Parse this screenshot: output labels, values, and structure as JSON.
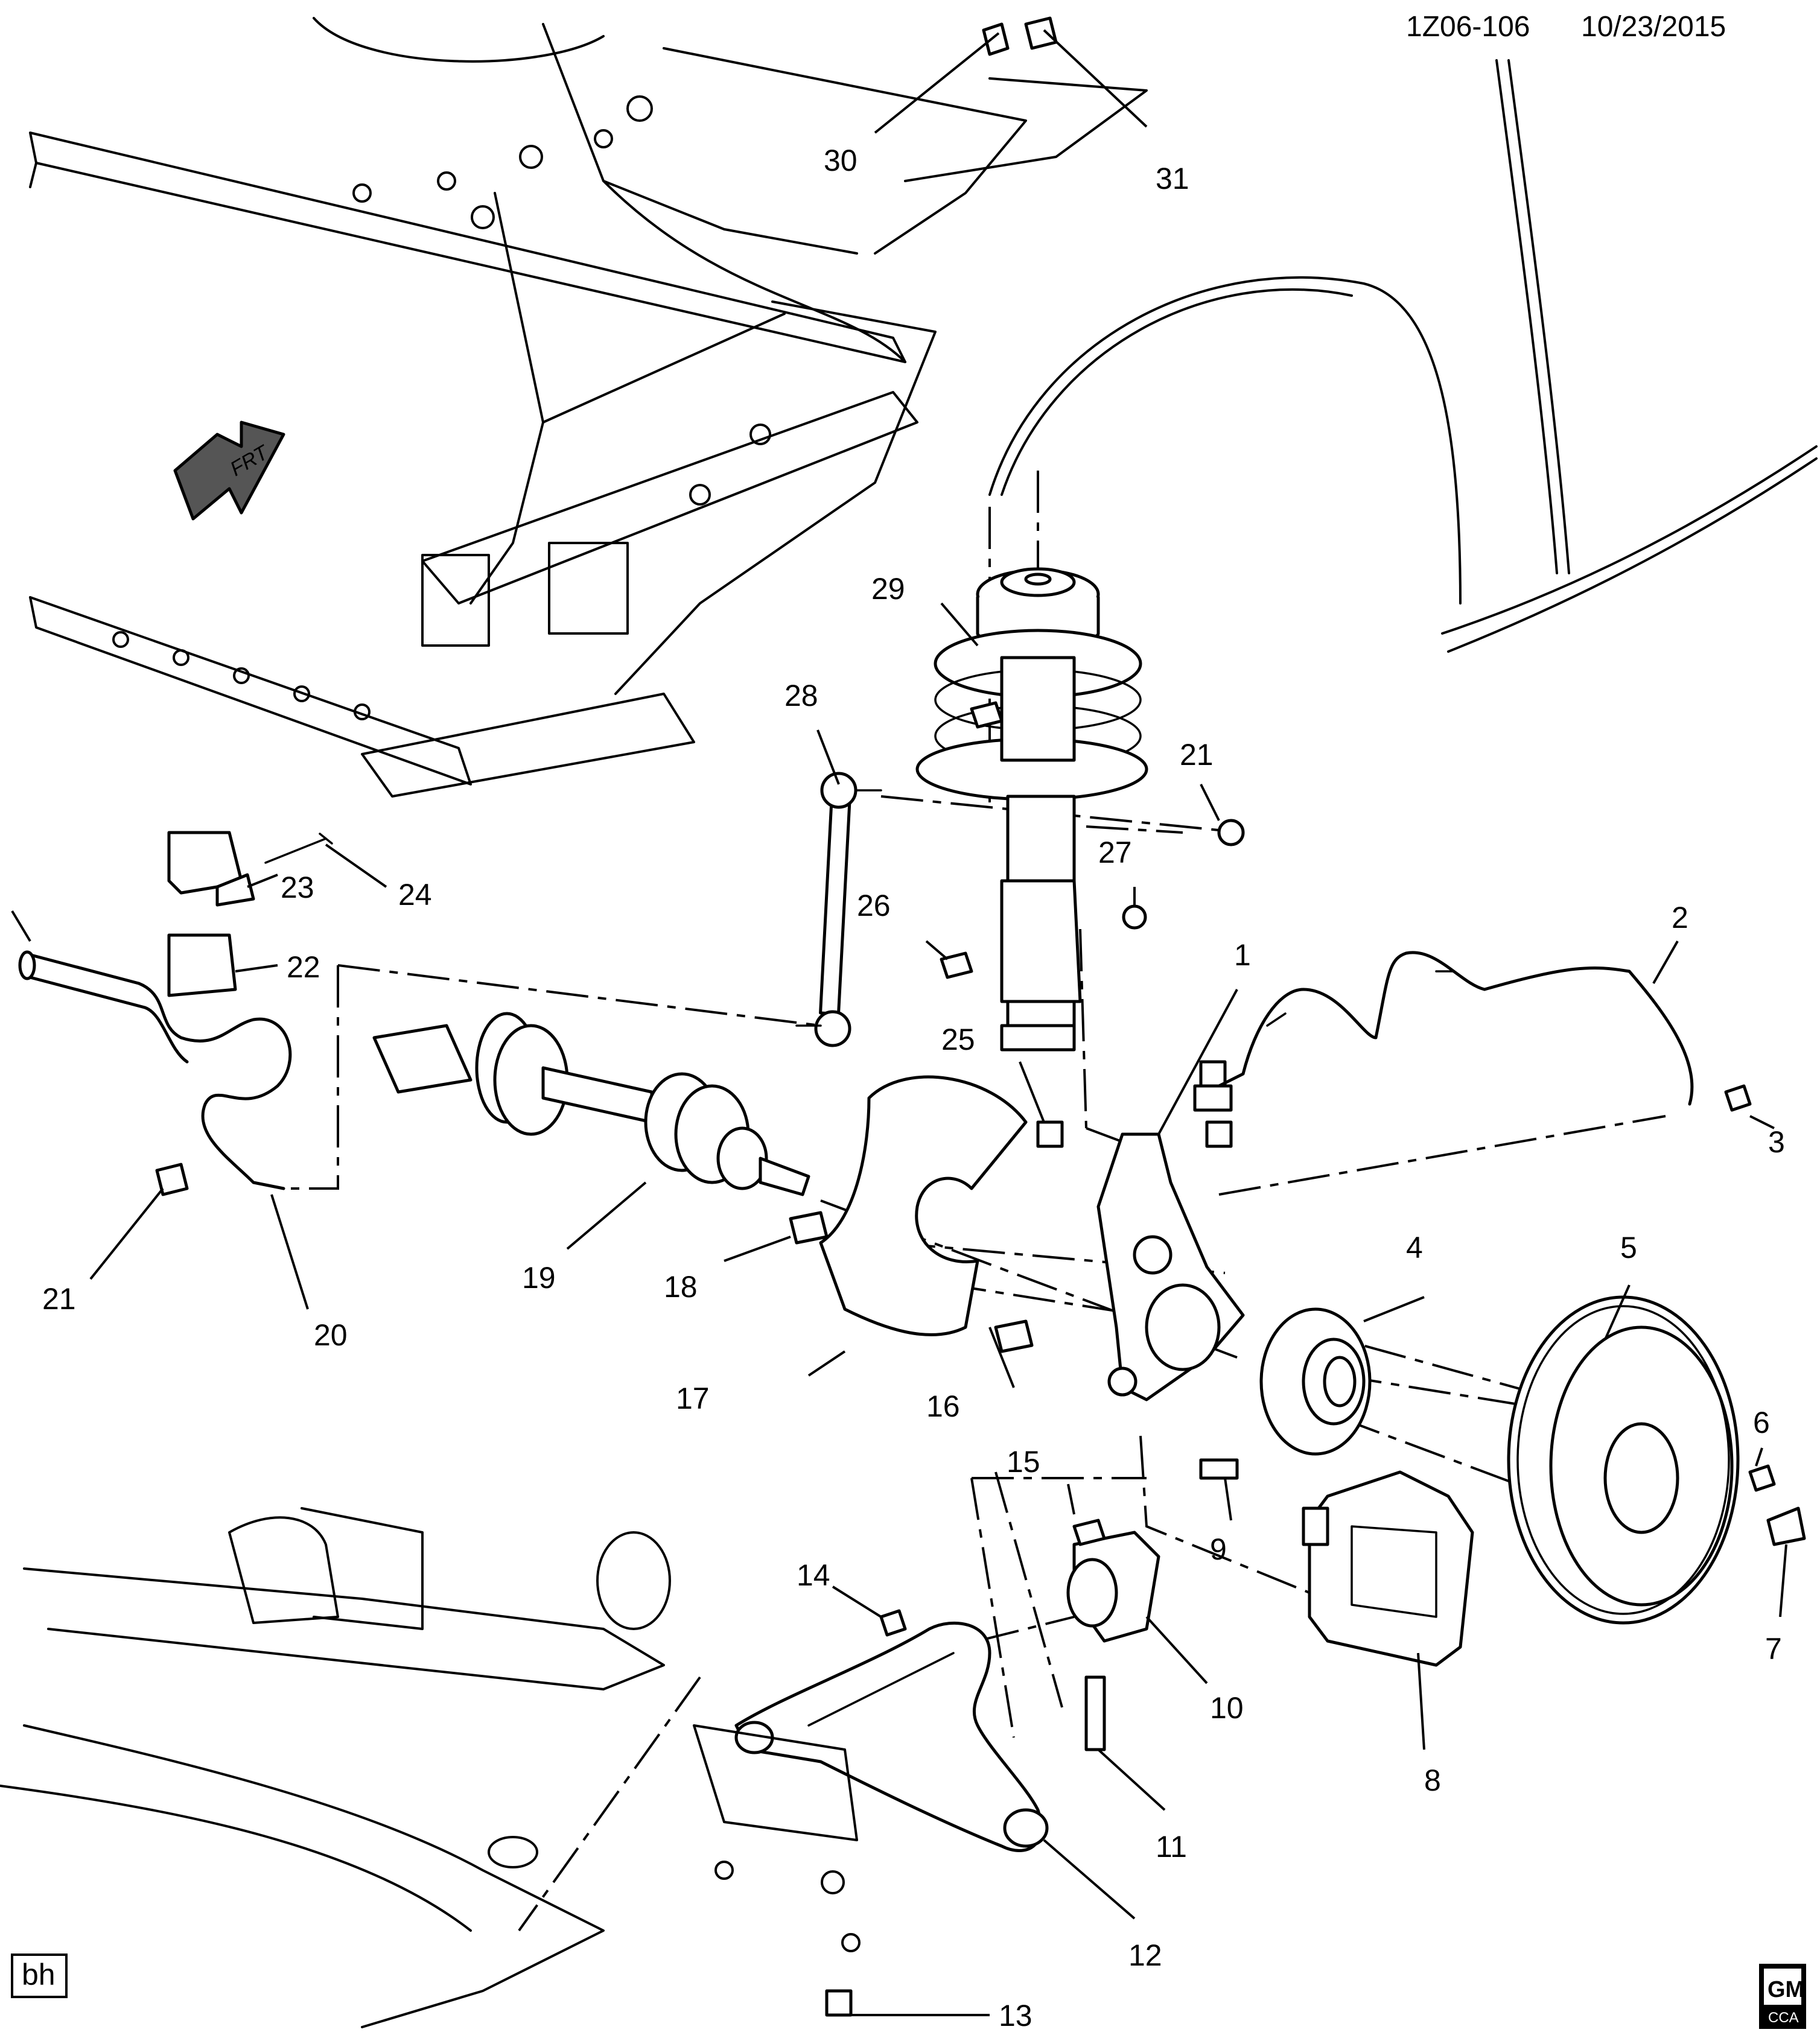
{
  "header": {
    "drawing_id": "1Z06-106",
    "date": "10/23/2015"
  },
  "orientation_label": "FRT",
  "artist_initials": "bh",
  "logo": {
    "brand": "GM",
    "sub": "CCA"
  },
  "callouts": {
    "c1": "1",
    "c2": "2",
    "c3": "3",
    "c4": "4",
    "c5": "5",
    "c6": "6",
    "c7": "7",
    "c8": "8",
    "c9": "9",
    "c10": "10",
    "c11": "11",
    "c12": "12",
    "c13": "13",
    "c14": "14",
    "c15": "15",
    "c16": "16",
    "c17": "17",
    "c18": "18",
    "c19": "19",
    "c20": "20",
    "c21a": "21",
    "c21b": "21",
    "c22": "22",
    "c23": "23",
    "c24": "24",
    "c25": "25",
    "c26": "26",
    "c27": "27",
    "c28": "28",
    "c29": "29",
    "c30": "30",
    "c31": "31"
  }
}
